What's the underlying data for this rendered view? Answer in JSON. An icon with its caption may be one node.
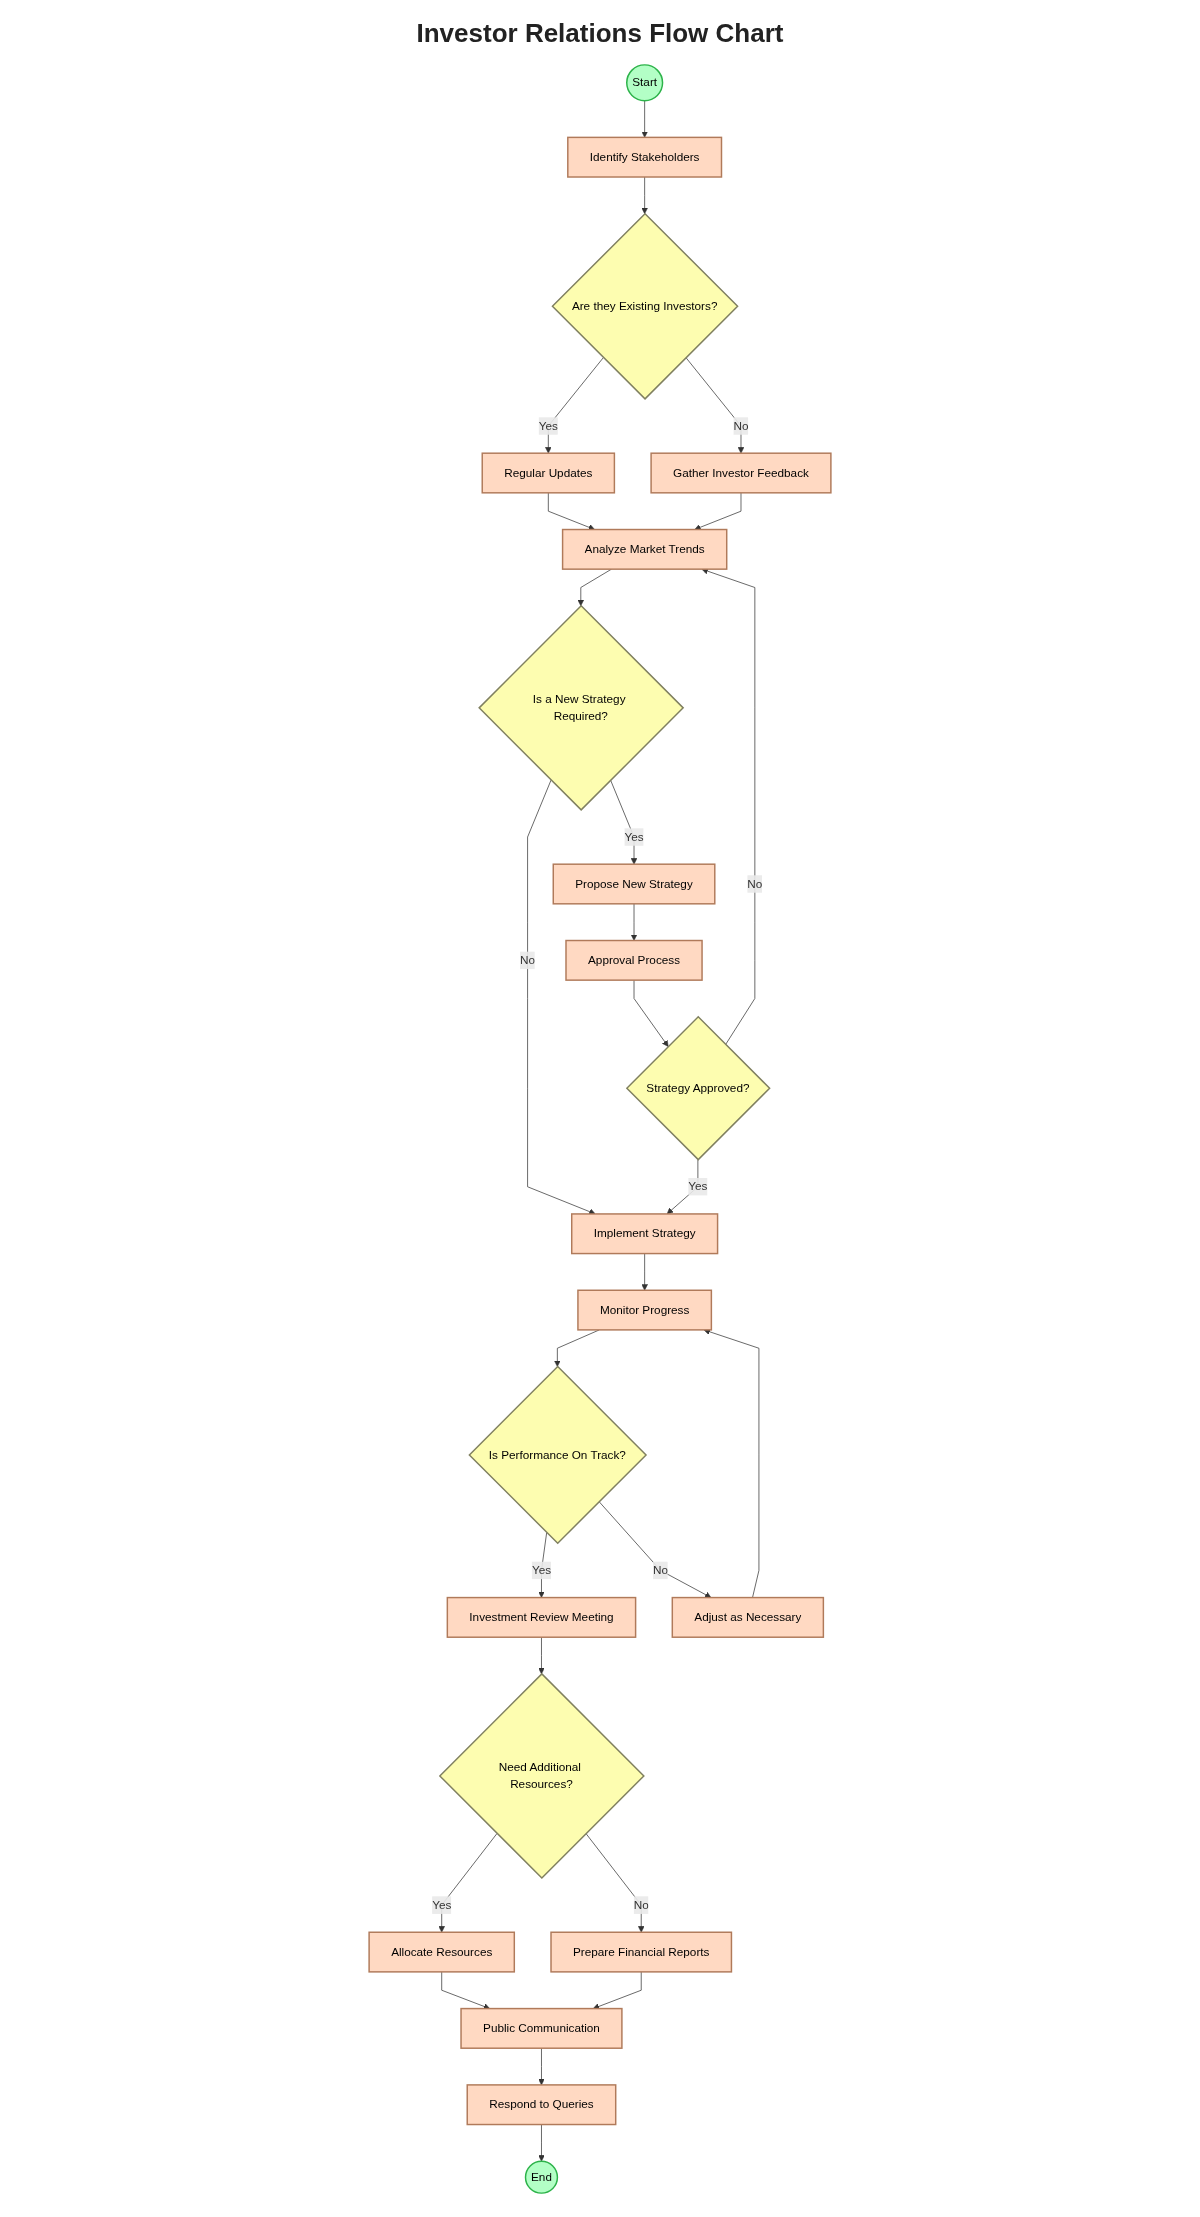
{
  "diagram": {
    "title": "Investor Relations Flow Chart",
    "nodes": [
      {
        "text": [
          "Start"
        ]
      },
      {
        "text": [
          "Identify Stakeholders"
        ]
      },
      {
        "text": [
          "Are they Existing Investors?"
        ]
      },
      {
        "text": [
          "Strategy Approved?"
        ]
      },
      {
        "text": [
          "Regular Updates"
        ]
      },
      {
        "text": [
          "Gather Investor Feedback"
        ]
      },
      {
        "text": [
          "Analyze Market Trends"
        ]
      },
      {
        "text": [
          "Is a New Strategy Required?"
        ]
      },
      {
        "text": [
          "Is Performance On Track?"
        ]
      },
      {
        "text": [
          "Implement Strategy"
        ]
      },
      {
        "text": [
          "Propose New Strategy"
        ]
      },
      {
        "text": [
          "Investment Review Meeting"
        ]
      },
      {
        "text": [
          "Adjust as Necessary"
        ]
      },
      {
        "text": [
          "Approval Process"
        ]
      },
      {
        "text": [
          "Monitor Progress"
        ]
      },
      {
        "text": [
          "Need Additional Resources?"
        ]
      },
      {
        "text": [
          "Allocate Resources"
        ]
      },
      {
        "text": [
          "Prepare Financial Reports"
        ]
      },
      {
        "text": [
          "Public Communication"
        ]
      },
      {
        "text": [
          "Respond to Queries"
        ]
      },
      {
        "text": [
          "End"
        ]
      }
    ],
    "edges": [
      {
        "from": 0,
        "to": 1,
        "arrow": "to"
      },
      {
        "from": 1,
        "to": 2,
        "arrow": "to"
      },
      {
        "from": 2,
        "to": 4,
        "label": "Yes",
        "arrow": "to"
      },
      {
        "from": 2,
        "to": 5,
        "label": "No",
        "arrow": "to"
      },
      {
        "from": 4,
        "to": 6,
        "arrow": "to"
      },
      {
        "from": 5,
        "to": 6,
        "arrow": "to"
      },
      {
        "from": 6,
        "to": 7,
        "arrow": "to"
      },
      {
        "from": 7,
        "to": 9,
        "label": "No",
        "arrow": "to"
      },
      {
        "from": 7,
        "to": 10,
        "label": "Yes",
        "arrow": "to"
      },
      {
        "from": 10,
        "to": 13,
        "arrow": "to"
      },
      {
        "from": 13,
        "to": 3,
        "arrow": "to"
      },
      {
        "from": 3,
        "to": 9,
        "label": "Yes",
        "arrow": "to"
      },
      {
        "from": 3,
        "to": 6,
        "label": "No",
        "arrow": "to"
      },
      {
        "from": 9,
        "to": 14,
        "arrow": "to"
      },
      {
        "from": 14,
        "to": 8,
        "arrow": "to"
      },
      {
        "from": 8,
        "to": 11,
        "label": "Yes",
        "arrow": "to"
      },
      {
        "from": 8,
        "to": 12,
        "label": "No",
        "arrow": "to"
      },
      {
        "from": 12,
        "to": 14,
        "arrow": "to"
      },
      {
        "from": 11,
        "to": 15,
        "arrow": "to"
      },
      {
        "from": 15,
        "to": 16,
        "label": "Yes",
        "arrow": "to"
      },
      {
        "from": 15,
        "to": 17,
        "label": "No",
        "arrow": "to"
      },
      {
        "from": 16,
        "to": 18,
        "arrow": "to"
      },
      {
        "from": 17,
        "to": 18,
        "arrow": "to"
      },
      {
        "from": 18,
        "to": 19,
        "arrow": "to"
      },
      {
        "from": 19,
        "to": 20,
        "arrow": "to"
      }
    ]
  }
}
